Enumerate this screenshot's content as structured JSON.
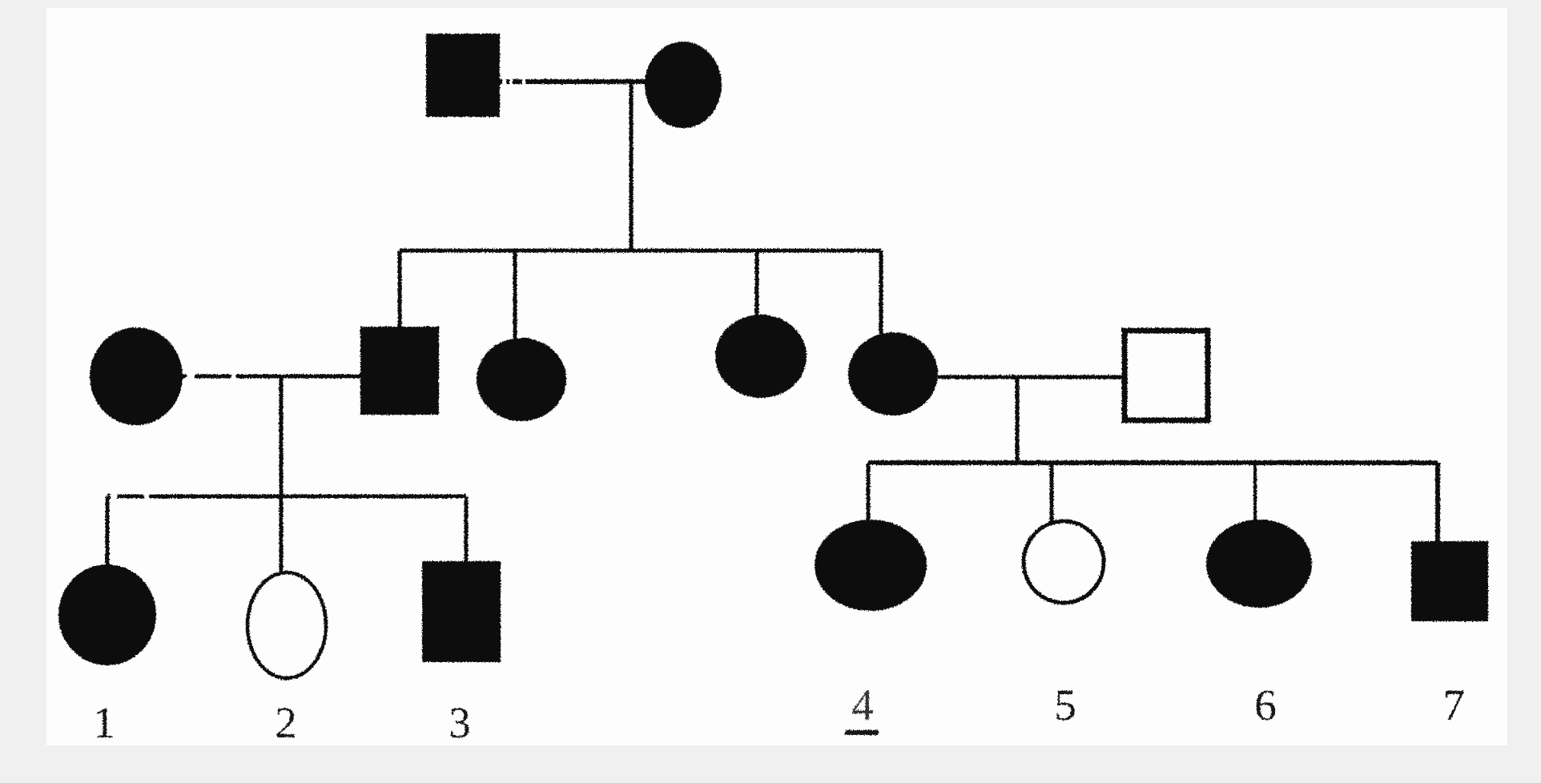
{
  "figure": {
    "kind": "pedigree-chart-scan",
    "colors": {
      "ink": "#0b0b0b",
      "paper": "#fdfdfd",
      "margin": "#eff0ef"
    }
  },
  "diagram_data": {
    "type": "pedigree",
    "generations": 3,
    "individuals": [
      {
        "id": "I-1",
        "generation": 1,
        "sex": "male",
        "affected": true,
        "label": ""
      },
      {
        "id": "I-2",
        "generation": 1,
        "sex": "female",
        "affected": true,
        "label": ""
      },
      {
        "id": "II-a",
        "generation": 2,
        "sex": "female",
        "affected": true,
        "married_in": true,
        "label": ""
      },
      {
        "id": "II-1",
        "generation": 2,
        "sex": "male",
        "affected": true,
        "label": ""
      },
      {
        "id": "II-2",
        "generation": 2,
        "sex": "female",
        "affected": true,
        "label": ""
      },
      {
        "id": "II-3",
        "generation": 2,
        "sex": "female",
        "affected": true,
        "label": ""
      },
      {
        "id": "II-4",
        "generation": 2,
        "sex": "female",
        "affected": true,
        "label": ""
      },
      {
        "id": "II-b",
        "generation": 2,
        "sex": "male",
        "affected": false,
        "married_in": true,
        "label": ""
      },
      {
        "id": "III-1",
        "generation": 3,
        "sex": "female",
        "affected": true,
        "label": "1"
      },
      {
        "id": "III-2",
        "generation": 3,
        "sex": "female",
        "affected": false,
        "label": "2"
      },
      {
        "id": "III-3",
        "generation": 3,
        "sex": "male",
        "affected": true,
        "label": "3"
      },
      {
        "id": "III-4",
        "generation": 3,
        "sex": "female",
        "affected": true,
        "label": "4",
        "label_underlined": true
      },
      {
        "id": "III-5",
        "generation": 3,
        "sex": "female",
        "affected": false,
        "label": "5"
      },
      {
        "id": "III-6",
        "generation": 3,
        "sex": "female",
        "affected": true,
        "label": "6"
      },
      {
        "id": "III-7",
        "generation": 3,
        "sex": "male",
        "affected": true,
        "label": "7"
      }
    ],
    "unions": [
      {
        "partners": [
          "I-1",
          "I-2"
        ],
        "children": [
          "II-1",
          "II-2",
          "II-3",
          "II-4"
        ]
      },
      {
        "partners": [
          "II-a",
          "II-1"
        ],
        "children": [
          "III-1",
          "III-2",
          "III-3"
        ]
      },
      {
        "partners": [
          "II-4",
          "II-b"
        ],
        "children": [
          "III-4",
          "III-5",
          "III-6",
          "III-7"
        ]
      }
    ]
  }
}
